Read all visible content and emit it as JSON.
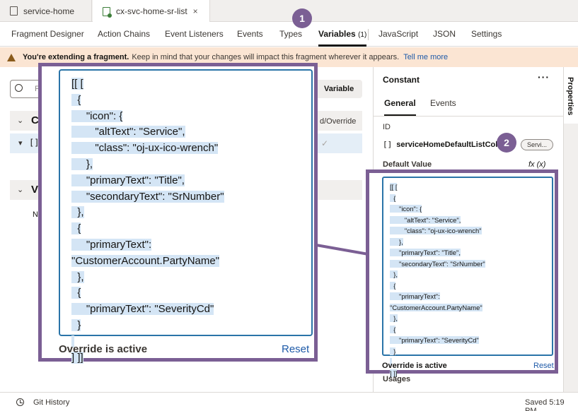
{
  "file_tabs": [
    {
      "label": "service-home"
    },
    {
      "label": "cx-svc-home-sr-list",
      "close": "×"
    }
  ],
  "designer_tabs": {
    "fragment_designer": "Fragment Designer",
    "action_chains": "Action Chains",
    "event_listeners": "Event Listeners",
    "events": "Events",
    "types": "Types",
    "variables": "Variables",
    "variables_count": "(1)",
    "javascript": "JavaScript",
    "json": "JSON",
    "settings": "Settings"
  },
  "banner": {
    "bold": "You're extending a fragment.",
    "text": "Keep in mind that your changes will impact this fragment wherever it appears.",
    "link": "Tell me more"
  },
  "left": {
    "search_placeholder": "Fi",
    "add_variable": "Variable",
    "section1_letter": "C",
    "section2_letter": "V",
    "row_bracket": "[]",
    "override_col": "d/Override",
    "check": "✓",
    "n_letter": "N"
  },
  "properties": {
    "title": "Constant",
    "more": "···",
    "tab_general": "General",
    "tab_events": "Events",
    "id_label": "ID",
    "id_bracket": "[]",
    "id_value": "serviceHomeDefaultListColu",
    "chip": "Servi...",
    "default_value_label": "Default Value",
    "fx": "fx  (x)",
    "usages": "Usages",
    "side_tab": "Properties"
  },
  "code_lines": [
    "[[ [",
    "  {",
    "     \"icon\": {",
    "        \"altText\": \"Service\",",
    "        \"class\": \"oj-ux-ico-wrench\"",
    "     },",
    "     \"primaryText\": \"Title\",",
    "     \"secondaryText\": \"SrNumber\"",
    "  },",
    "  {",
    "     \"primaryText\":",
    "\"CustomerAccount.PartyName\"",
    "  },",
    "  {",
    "     \"primaryText\": \"SeverityCd\"",
    "  }",
    "",
    "] ]]"
  ],
  "override_active": "Override is active",
  "reset": "Reset",
  "badges": {
    "one": "1",
    "two": "2"
  },
  "footer": {
    "git_history": "Git History",
    "saved": "Saved 5:19 PM"
  },
  "colors": {
    "annotation": "#7b5f94",
    "accent_blue": "#2a74a8",
    "banner_bg": "#fbe5d3",
    "link": "#1e5aa8"
  }
}
